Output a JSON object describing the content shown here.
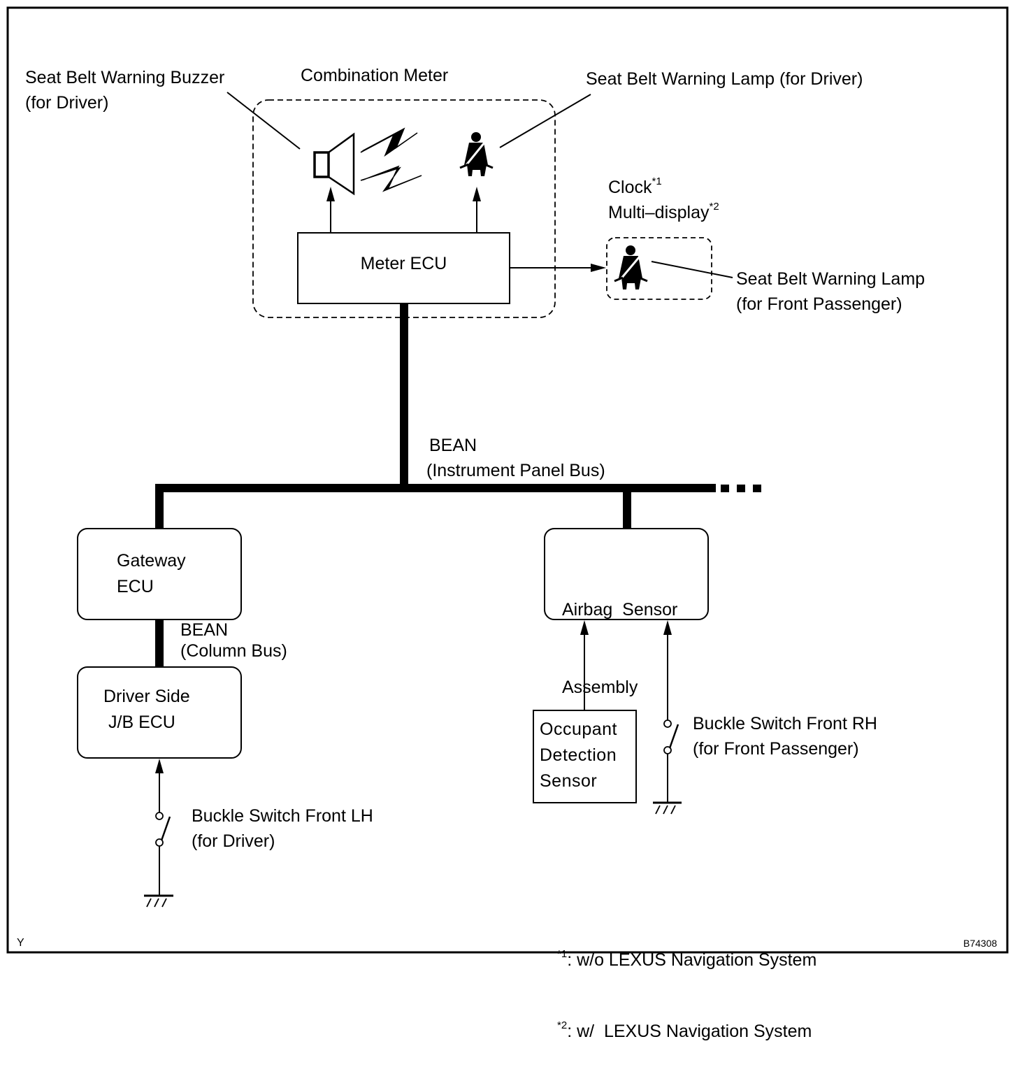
{
  "diagram": {
    "figure_id": "B74308",
    "corner_mark": "Y",
    "colors": {
      "ink": "#000000",
      "background": "#ffffff"
    },
    "labels": {
      "buzzer_line1": "Seat Belt Warning Buzzer",
      "buzzer_line2": "(for Driver)",
      "combination_meter": "Combination Meter",
      "driver_lamp": "Seat Belt Warning Lamp (for Driver)",
      "clock": "Clock",
      "clock_note": "*1",
      "multi_display": "Multi–display",
      "multi_display_note": "*2",
      "passenger_lamp_line1": "Seat Belt Warning Lamp",
      "passenger_lamp_line2": "(for Front Passenger)",
      "ip_bus_line1": "BEAN",
      "ip_bus_line2": "(Instrument Panel Bus)",
      "column_bus_line1": "BEAN",
      "column_bus_line2": "(Column Bus)",
      "buckle_lh_line1": "Buckle Switch Front LH",
      "buckle_lh_line2": "(for Driver)",
      "buckle_rh_line1": "Buckle Switch Front RH",
      "buckle_rh_line2": "(for Front Passenger)"
    },
    "boxes": {
      "meter_ecu": "Meter ECU",
      "gateway_line1": "Gateway",
      "gateway_line2": "ECU",
      "jb_line1": "Driver Side",
      "jb_line2": "J/B ECU",
      "airbag_line1": "Airbag  Sensor",
      "airbag_line2": "Assembly",
      "occupant_line1": "Occupant",
      "occupant_line2": "Detection",
      "occupant_line3": "Sensor"
    },
    "notes": [
      {
        "mark": "*1",
        "text": ": w/o LEXUS Navigation System"
      },
      {
        "mark": "*2",
        "text": ": w/  LEXUS Navigation System"
      }
    ]
  }
}
